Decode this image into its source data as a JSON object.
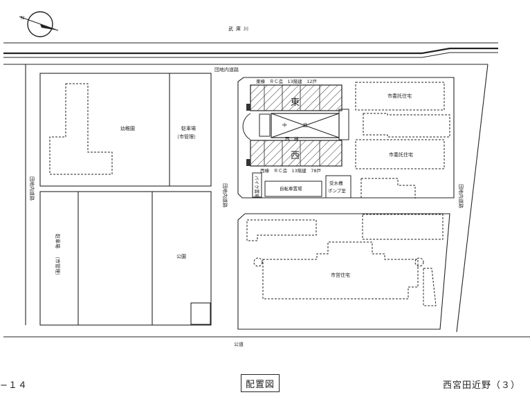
{
  "labels": {
    "river": "武庫川",
    "road_top": "団地内道路",
    "road_left": "団地内道路",
    "road_right": "団地内道路",
    "road_mid": "団地内道路",
    "road_bottom": "公道",
    "kindergarten": "幼稚園",
    "parking_top": "駐車場",
    "parking_top_sub": "（市管理）",
    "parking_left": "駐車場",
    "parking_left_sub": "（市管理）",
    "park": "公園",
    "east_header": "東棟　ＲＣ造　13階建　12戸",
    "east_mark": "東",
    "west_mark": "西",
    "mid_label_1": "中",
    "mid_label_2": "庭",
    "west_header_top": "西　棟",
    "west_footer": "西棟　ＲＣ造　13階建　78戸",
    "bike_small": "バイク置場",
    "bike_parking": "自転車置場",
    "water_tank_1": "受水槽",
    "water_tank_2": "ポンプ室",
    "consigned_housing_1": "市委託住宅",
    "consigned_housing_2": "市委託住宅",
    "city_housing": "市営住宅"
  },
  "footer": {
    "page_left": "−１４",
    "title": "配置図",
    "page_right": "西宮田近野（３）"
  },
  "icons": {
    "north": "north-arrow-icon"
  }
}
